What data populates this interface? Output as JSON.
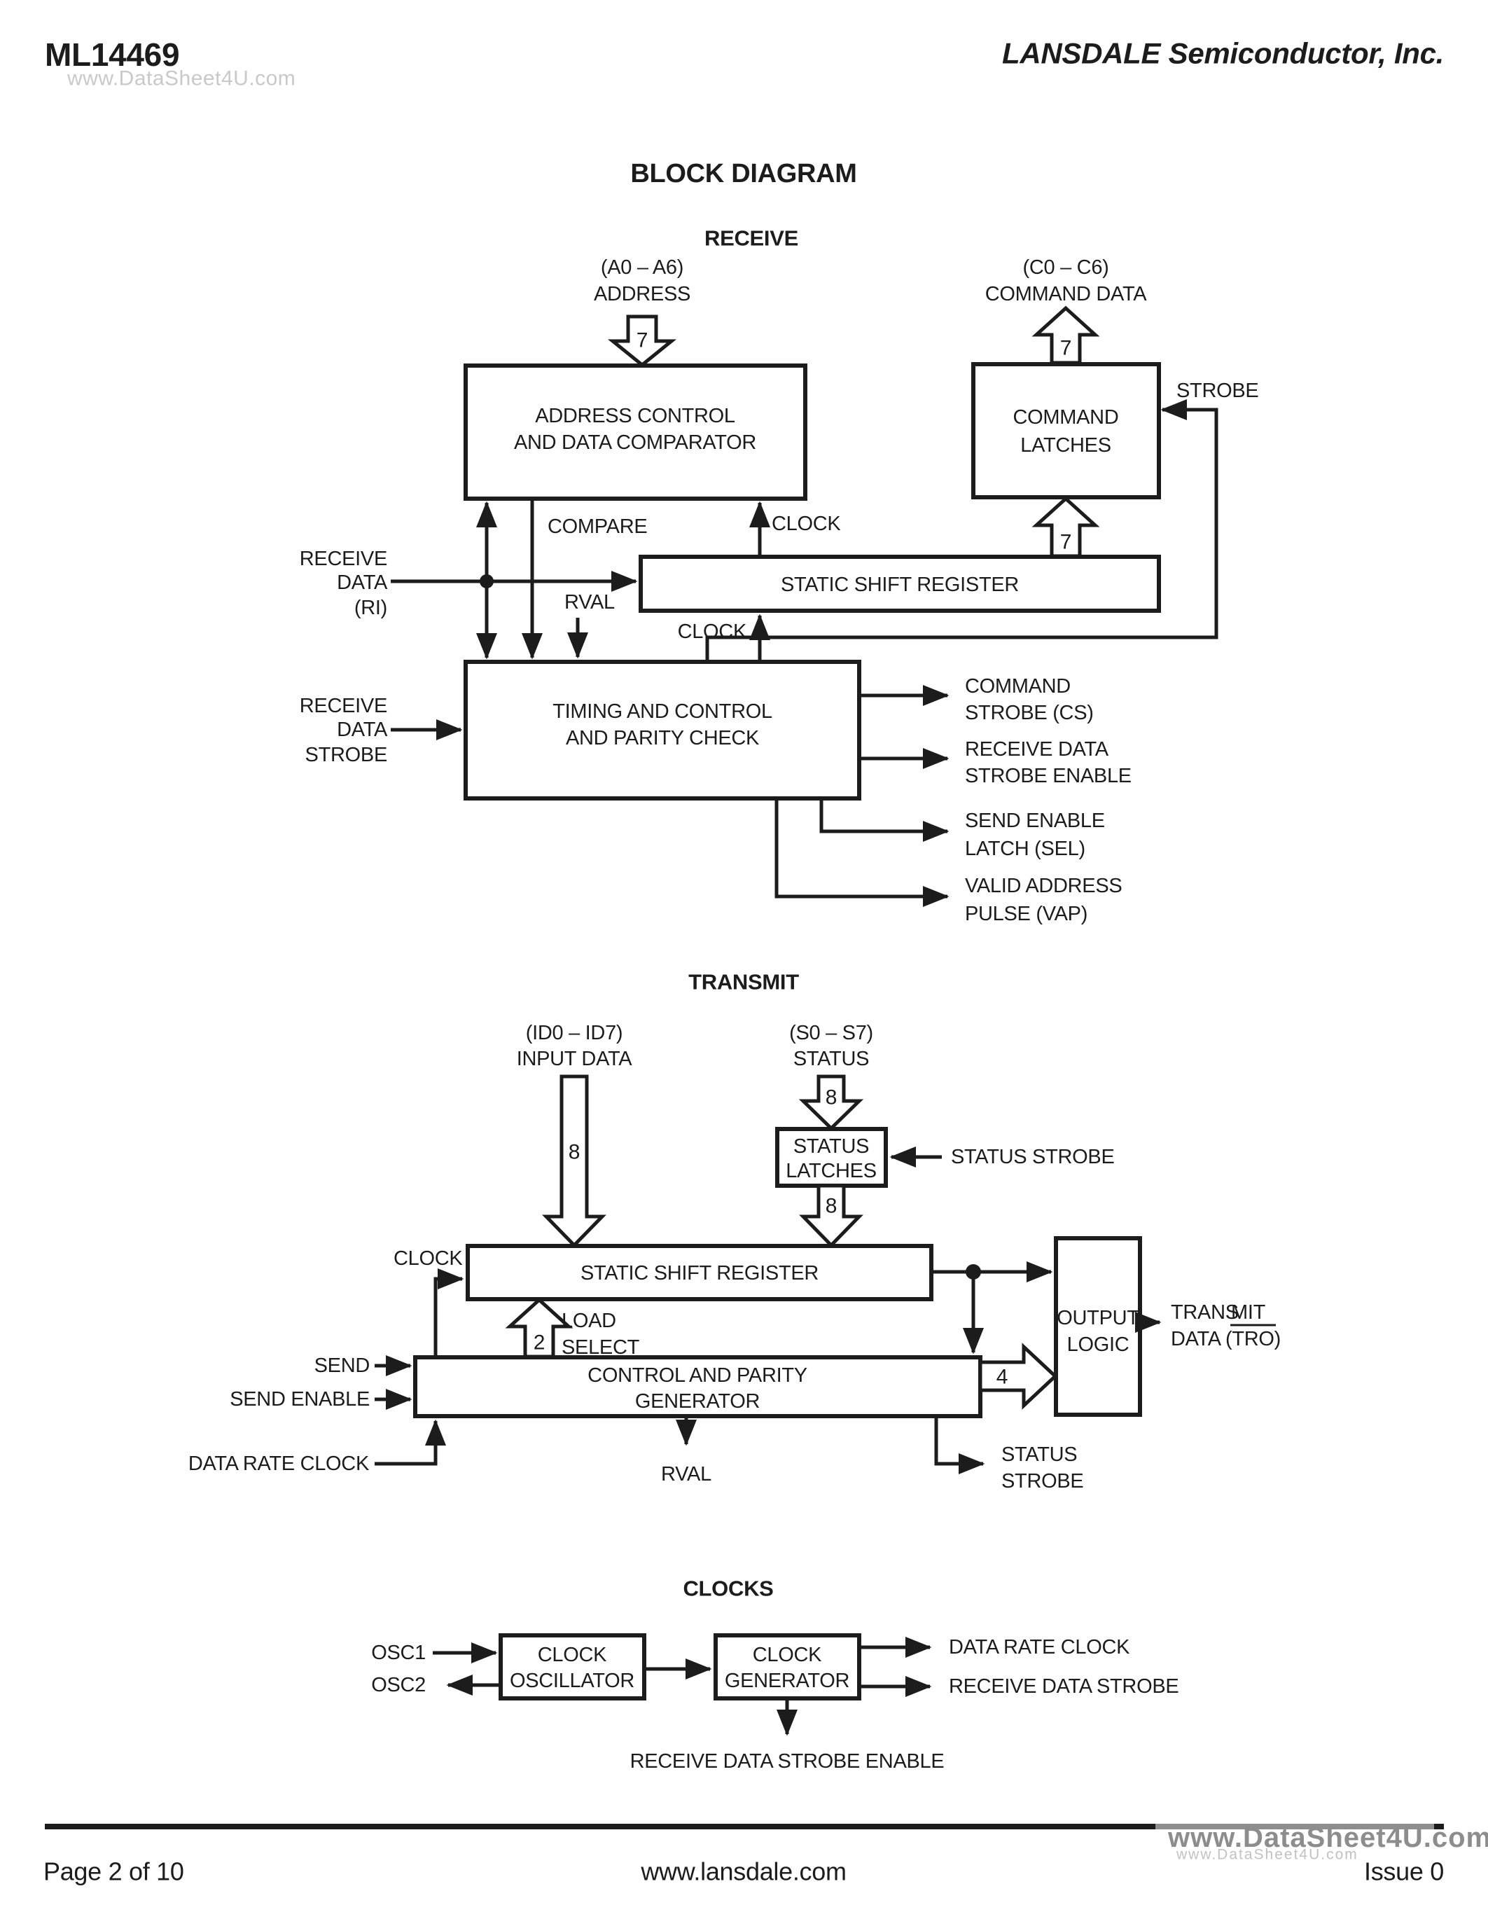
{
  "header": {
    "part_number": "ML14469",
    "watermark": "www.DataSheet4U.com",
    "company": "LANSDALE Semiconductor, Inc.",
    "title": "BLOCK DIAGRAM"
  },
  "receive": {
    "heading": "RECEIVE",
    "address_bus": {
      "line1": "(A0 – A6)",
      "line2": "ADDRESS",
      "width": "7"
    },
    "command_bus": {
      "line1": "(C0 – C6)",
      "line2": "COMMAND DATA",
      "width": "7"
    },
    "comparator": {
      "line1": "ADDRESS CONTROL",
      "line2": "AND DATA COMPARATOR"
    },
    "command_latches": {
      "line1": "COMMAND",
      "line2": "LATCHES"
    },
    "shift_register": "STATIC SHIFT REGISTER",
    "internal_bus_width": "7",
    "timing": {
      "line1": "TIMING AND CONTROL",
      "line2": "AND PARITY CHECK"
    },
    "signals": {
      "strobe": "STROBE",
      "clock_upper": "CLOCK",
      "compare": "COMPARE",
      "rval": "RVAL",
      "clock_lower": "CLOCK",
      "receive_data": {
        "line1": "RECEIVE",
        "line2": "DATA",
        "line3": "(RI)"
      },
      "receive_data_strobe": {
        "line1": "RECEIVE",
        "line2": "DATA",
        "line3": "STROBE"
      }
    },
    "outputs": {
      "cs": {
        "line1": "COMMAND",
        "line2": "STROBE (CS)"
      },
      "rdse": {
        "line1": "RECEIVE DATA",
        "line2": "STROBE ENABLE"
      },
      "sel": {
        "line1": "SEND ENABLE",
        "line2": "LATCH (SEL)"
      },
      "vap": {
        "line1": "VALID ADDRESS",
        "line2": "PULSE (VAP)"
      }
    }
  },
  "transmit": {
    "heading": "TRANSMIT",
    "input_bus": {
      "line1": "(ID0 – ID7)",
      "line2": "INPUT DATA",
      "width": "8"
    },
    "status_bus": {
      "line1": "(S0 – S7)",
      "line2": "STATUS",
      "width": "8"
    },
    "status_latches": {
      "line1": "STATUS",
      "line2": "LATCHES"
    },
    "status_latch_bus_width": "8",
    "status_strobe_in": "STATUS STROBE",
    "shift_register": "STATIC SHIFT REGISTER",
    "clock": "CLOCK",
    "load_select": {
      "line1": "LOAD",
      "line2": "SELECT",
      "width": "2"
    },
    "generator": {
      "line1": "CONTROL AND PARITY",
      "line2": "GENERATOR"
    },
    "send": "SEND",
    "send_enable": "SEND ENABLE",
    "data_rate_clock": "DATA RATE CLOCK",
    "rval": "RVAL",
    "status_strobe_out": {
      "line1": "STATUS",
      "line2": "STROBE"
    },
    "output_logic": {
      "line1": "OUTPUT",
      "line2": "LOGIC"
    },
    "output_bus_width": "4",
    "transmit_data": {
      "part1": "TRANS",
      "part2": "MIT",
      "line2": "DATA (TRO)"
    }
  },
  "clocks": {
    "heading": "CLOCKS",
    "oscillator": {
      "line1": "CLOCK",
      "line2": "OSCILLATOR"
    },
    "generator": {
      "line1": "CLOCK",
      "line2": "GENERATOR"
    },
    "osc1": "OSC1",
    "osc2": "OSC2",
    "data_rate_clock": "DATA RATE CLOCK",
    "receive_data_strobe": "RECEIVE DATA STROBE",
    "receive_data_strobe_enable": "RECEIVE DATA STROBE ENABLE"
  },
  "footer": {
    "watermark": "www.DataSheet4U.com",
    "page": "Page 2 of 10",
    "website": "www.lansdale.com",
    "issue": "Issue 0"
  }
}
